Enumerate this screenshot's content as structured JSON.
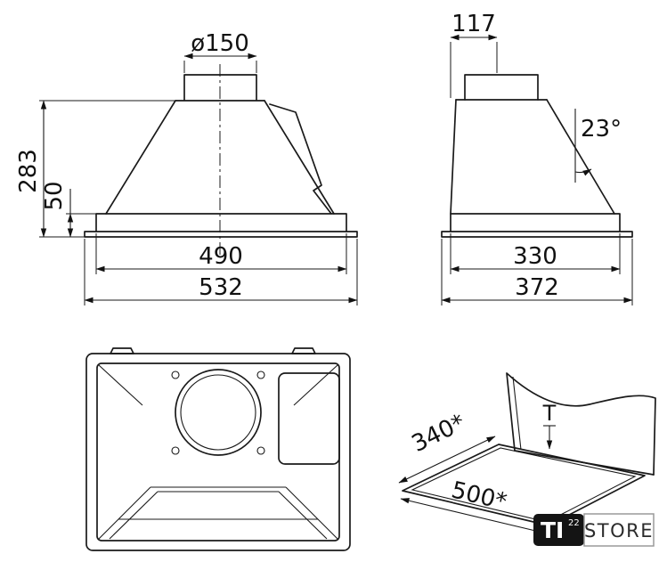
{
  "views": {
    "front": {
      "diameter": "ø150",
      "height_total": "283",
      "flange_height": "50",
      "width_inner": "490",
      "width_outer": "532"
    },
    "side": {
      "duct_offset": "117",
      "angle": "23°",
      "depth_inner": "330",
      "depth_outer": "372"
    },
    "cutout": {
      "depth": "340*",
      "width": "500*",
      "thickness": "T"
    }
  },
  "logo": {
    "brand": "TI",
    "brand_sup": "22",
    "store": "STORE"
  },
  "colors": {
    "line": "#1a1a1a",
    "background": "#ffffff",
    "logo_black": "#141414"
  }
}
